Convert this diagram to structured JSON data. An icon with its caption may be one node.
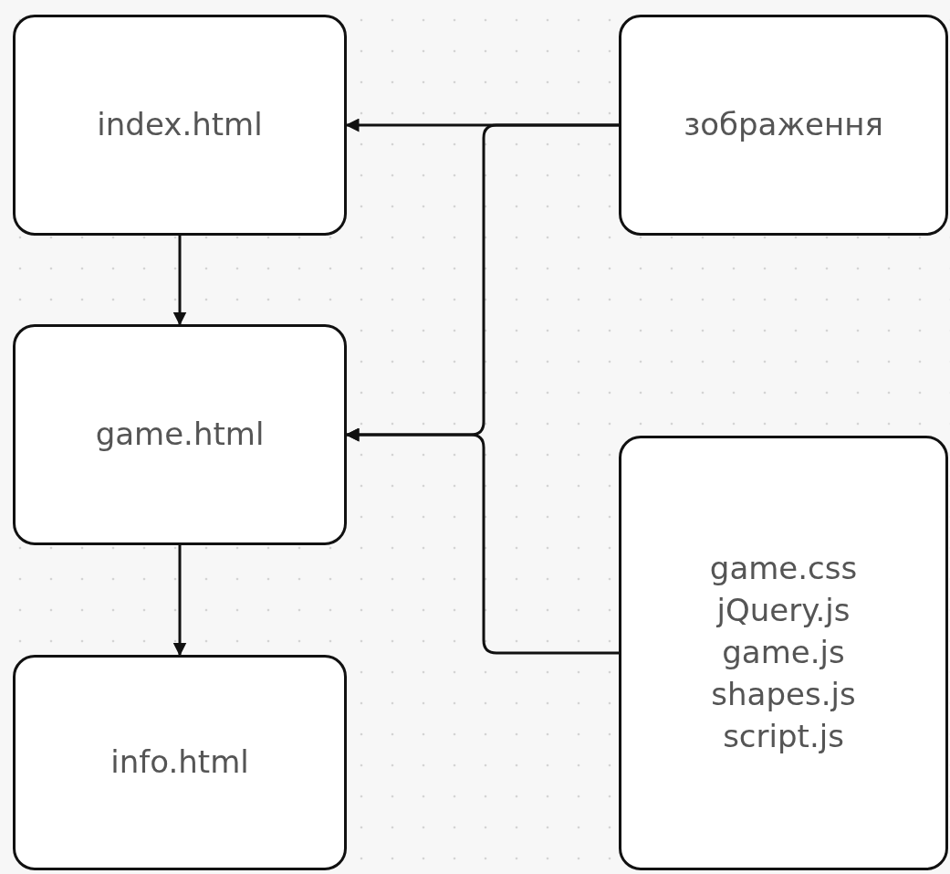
{
  "diagram": {
    "nodes": [
      {
        "text": [
          "index.html"
        ]
      },
      {
        "text": [
          "game.html"
        ]
      },
      {
        "text": [
          "info.html"
        ]
      },
      {
        "text": [
          "зображення"
        ]
      },
      {
        "text": [
          "game.css",
          "jQuery.js",
          "game.js",
          "shapes.js",
          "script.js"
        ]
      }
    ],
    "edges": [
      {
        "from": 0,
        "to": 1,
        "arrow": "to"
      },
      {
        "from": 1,
        "to": 2,
        "arrow": "to"
      },
      {
        "from": 3,
        "to": 0,
        "arrow": "to"
      },
      {
        "from": 3,
        "to": 1,
        "arrow": "to"
      },
      {
        "from": 4,
        "to": 1,
        "arrow": "to"
      }
    ]
  }
}
